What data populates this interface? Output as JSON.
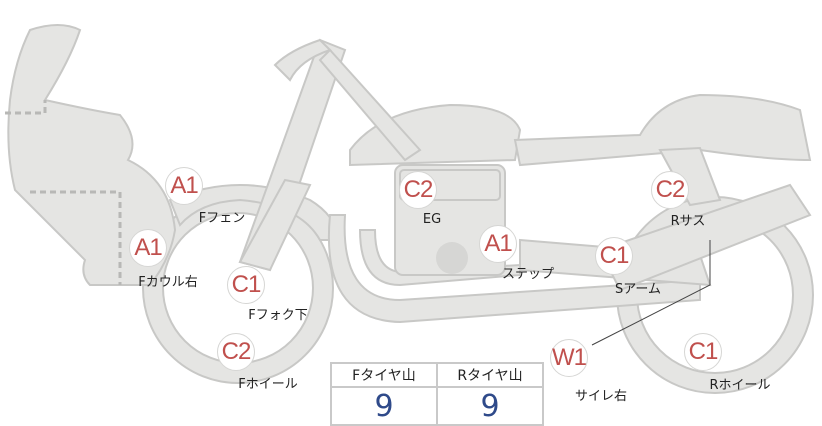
{
  "parts": [
    {
      "code": "A1",
      "label": "Fフェン"
    },
    {
      "code": "A1",
      "label": "Fカウル右"
    },
    {
      "code": "C1",
      "label": "Fフォク下"
    },
    {
      "code": "C2",
      "label": "Fホイール"
    },
    {
      "code": "C2",
      "label": "EG"
    },
    {
      "code": "A1",
      "label": "ステップ"
    },
    {
      "code": "C1",
      "label": "Sアーム"
    },
    {
      "code": "C2",
      "label": "Rサス"
    },
    {
      "code": "W1",
      "label": "サイレ右"
    },
    {
      "code": "C1",
      "label": "Rホイール"
    }
  ],
  "tread_table": {
    "headers": [
      "Fタイヤ山",
      "Rタイヤ山"
    ],
    "values": [
      "9",
      "9"
    ]
  },
  "colors": {
    "body": "#e5e5e3",
    "outline": "#c8c8c6",
    "badge_text": "#c0504d",
    "value_text": "#2f4a8a"
  }
}
